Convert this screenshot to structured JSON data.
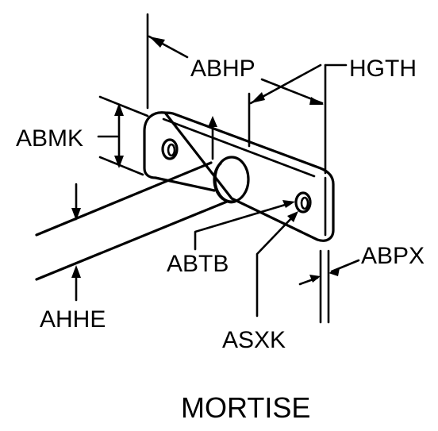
{
  "title": "MORTISE",
  "labels": {
    "abhp": "ABHP",
    "hgth": "HGTH",
    "abmk": "ABMK",
    "abtb": "ABTB",
    "abpx": "ABPX",
    "ahhe": "AHHE",
    "asxk": "ASXK"
  },
  "colors": {
    "ink": "#000000",
    "background": "#ffffff"
  }
}
